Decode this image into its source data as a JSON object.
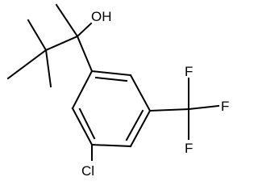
{
  "structure": {
    "colors": {
      "bond": "#000000",
      "label": "#000000",
      "background": "#ffffff"
    },
    "labels": {
      "hydroxyl": "OH",
      "chloro": "Cl",
      "fluoro_top": "F",
      "fluoro_right": "F",
      "fluoro_bottom": "F"
    }
  }
}
